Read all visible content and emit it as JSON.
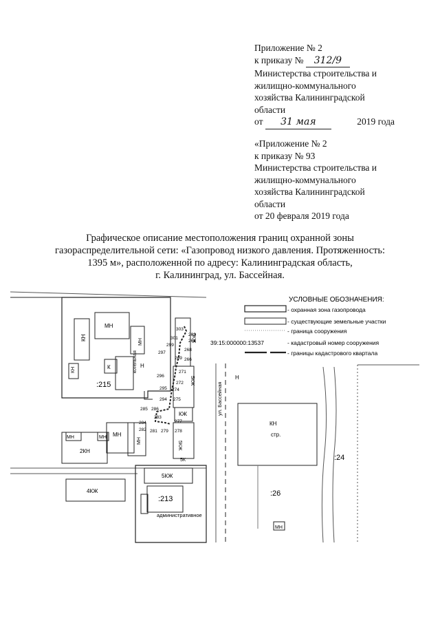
{
  "annex_new": {
    "line1": "Приложение № 2",
    "order_prefix": "к приказу №",
    "order_number_handwritten": "312/9",
    "ministry_lines": [
      "Министерства строительства и",
      "жилищно-коммунального",
      "хозяйства Калининградской",
      "области"
    ],
    "date_prefix": "от",
    "date_handwritten": "31 мая",
    "date_suffix": "2019 года"
  },
  "annex_old": {
    "line1": "«Приложение № 2",
    "order_line": "к приказу № 93",
    "ministry_lines": [
      "Министерства строительства и",
      "жилищно-коммунального",
      "хозяйства Калининградской",
      "области"
    ],
    "date_line": "от 20 февраля 2019 года"
  },
  "title_lines": [
    "Графическое описание местоположения границ охранной зоны",
    "газораспределительной сети: «Газопровод низкого давления. Протяженность:",
    "1395 м», расположенной по адресу: Калининградская область,",
    "г. Калининград, ул. Бассейная."
  ],
  "legend": {
    "title": "УСЛОВНЫЕ ОБОЗНАЧЕНИЯ:",
    "items": [
      {
        "text": "- охранная зона газопровода"
      },
      {
        "text": "- существующие земельные участки"
      },
      {
        "text": "- граница сооружения"
      },
      {
        "code": "39:15:000000:13537",
        "text": "- кадастровый номер сооружения"
      },
      {
        "text": "- границы кадастрового квартала"
      }
    ]
  },
  "map_labels": {
    "mn1": "МН",
    "mn2": "МН",
    "kn1": "КН",
    "kn2": "КН",
    "k": "К",
    "kotelnaya": "котельная",
    "n": "Н",
    "p215": ":215",
    "kj5a": "5КЖ",
    "kj5b": "5КЖ",
    "kj1": "КЖ",
    "mn3": "МН",
    "mn4": "МН",
    "mn5": "МН",
    "mn6": "МН",
    "kn2b": "2КН",
    "k5": "5К",
    "kj5c": "5КЖ",
    "kj4": "4КЖ",
    "p213": ":213",
    "admin": "административное",
    "street": "ул. Бассейная",
    "kn3": "КН",
    "str": "стр.",
    "p24": ":24",
    "p26": ":26",
    "mn7": "МН",
    "ng": "Н"
  },
  "points": [
    "303",
    "301",
    "263",
    "264",
    "299",
    "268",
    "297",
    "269",
    "266",
    "271",
    "296",
    "272",
    "295",
    "274",
    "294",
    "275",
    "285",
    "286",
    "277",
    "284",
    "282",
    "283",
    "281",
    "279",
    "278"
  ]
}
